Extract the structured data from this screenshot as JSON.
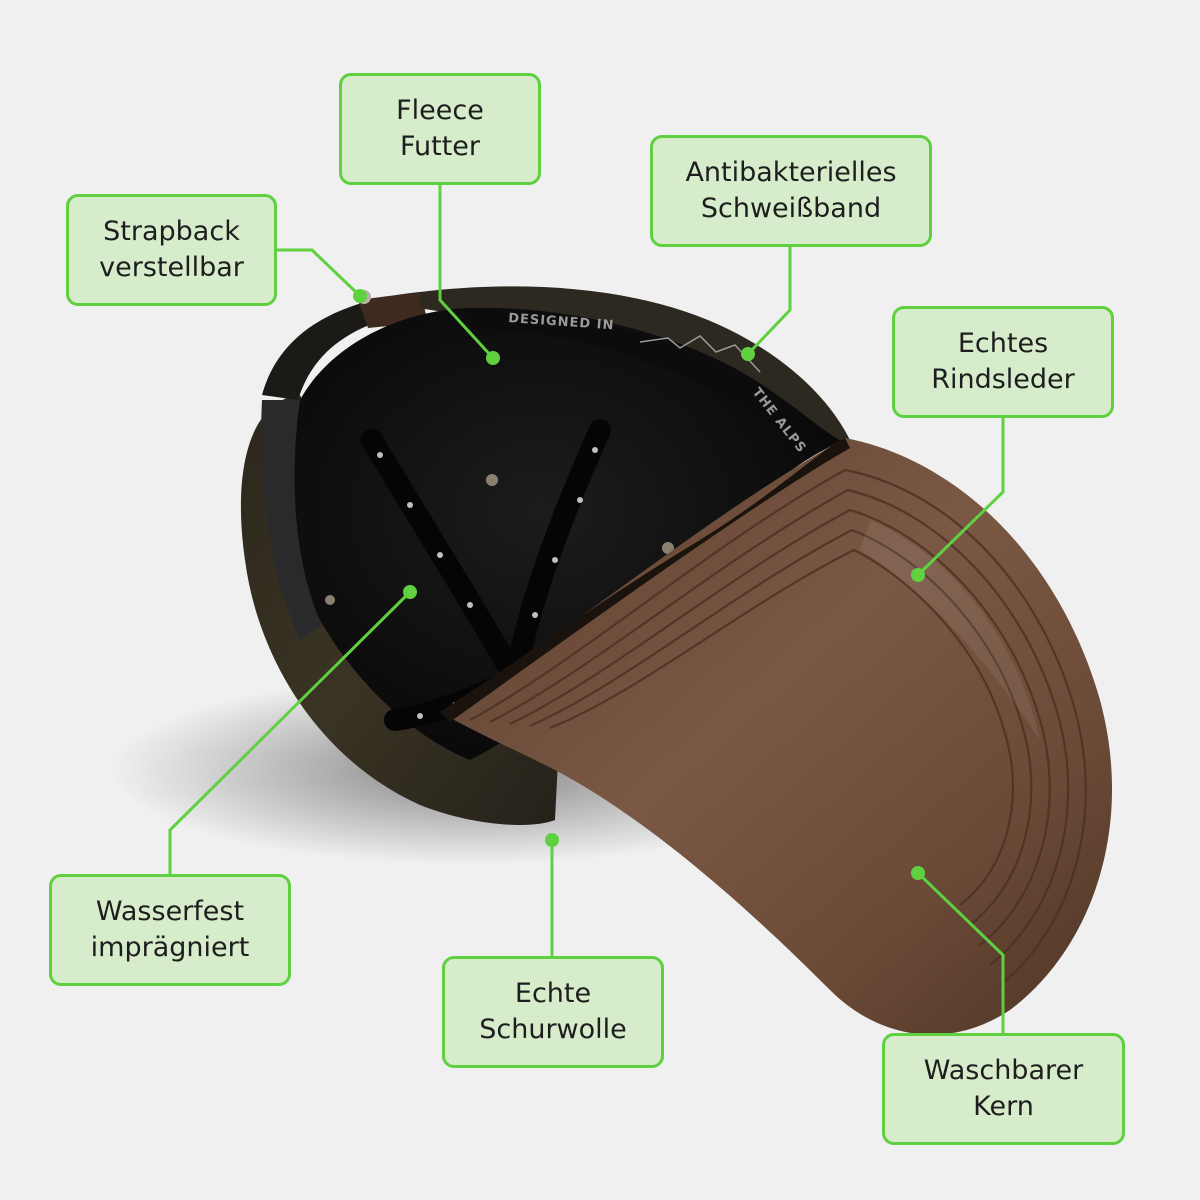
{
  "callouts": {
    "fleece": {
      "line1": "Fleece",
      "line2": "Futter"
    },
    "strapback": {
      "line1": "Strapback",
      "line2": "verstellbar"
    },
    "sweatband": {
      "line1": "Antibakterielles",
      "line2": "Schweißband"
    },
    "leather": {
      "line1": "Echtes",
      "line2": "Rindsleder"
    },
    "waterproof": {
      "line1": "Wasserfest",
      "line2": "imprägniert"
    },
    "wool": {
      "line1": "Echte",
      "line2": "Schurwolle"
    },
    "core": {
      "line1": "Waschbarer",
      "line2": "Kern"
    }
  },
  "cap_print": {
    "designed_in": "DESIGNED IN",
    "the_alps": "THE ALPS"
  },
  "colors": {
    "accent_green": "#5fd040",
    "callout_fill": "#d6eccb",
    "background": "#f0f0f0",
    "leather_brown": "#6b4a36",
    "wool_olive": "#2f2a1e",
    "lining_black": "#111111"
  }
}
